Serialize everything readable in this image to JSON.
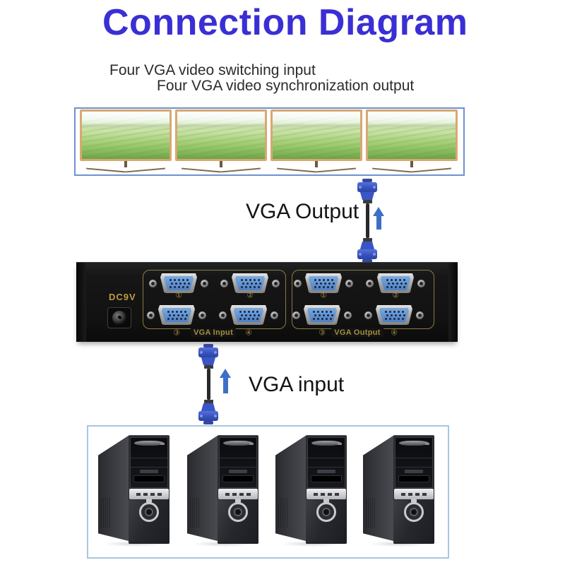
{
  "title": {
    "text": "Connection Diagram"
  },
  "subtitle": {
    "line1": "Four VGA video switching input",
    "line2": "Four VGA video synchronization output"
  },
  "output_label": "VGA Output",
  "input_label": "VGA input",
  "monitors": {
    "count": 4
  },
  "computers": {
    "count": 4
  },
  "device": {
    "power_label": "DC9V",
    "input_panel": {
      "caption": "VGA Input",
      "port1": "①",
      "port2": "②",
      "port3": "③",
      "port4": "④"
    },
    "output_panel": {
      "caption": "VGA Output",
      "port1": "①",
      "port2": "②",
      "port3": "③",
      "port4": "④"
    }
  },
  "icons": {
    "arrow_up": "up-arrow-icon",
    "vga_cable": "vga-cable",
    "dc_jack": "dc-power-jack"
  },
  "colors": {
    "title_blue": "#3a2fd4",
    "accent_gold": "#a58e3f",
    "port_blue": "#5f93cc",
    "connector_blue": "#3d55c2",
    "arrow_blue": "#3e6fc8",
    "monitor_frame": "#d8a872",
    "monitor_box_border": "#6f92cc",
    "computer_box_border": "#a7c7e0",
    "device_body": "#141414"
  }
}
